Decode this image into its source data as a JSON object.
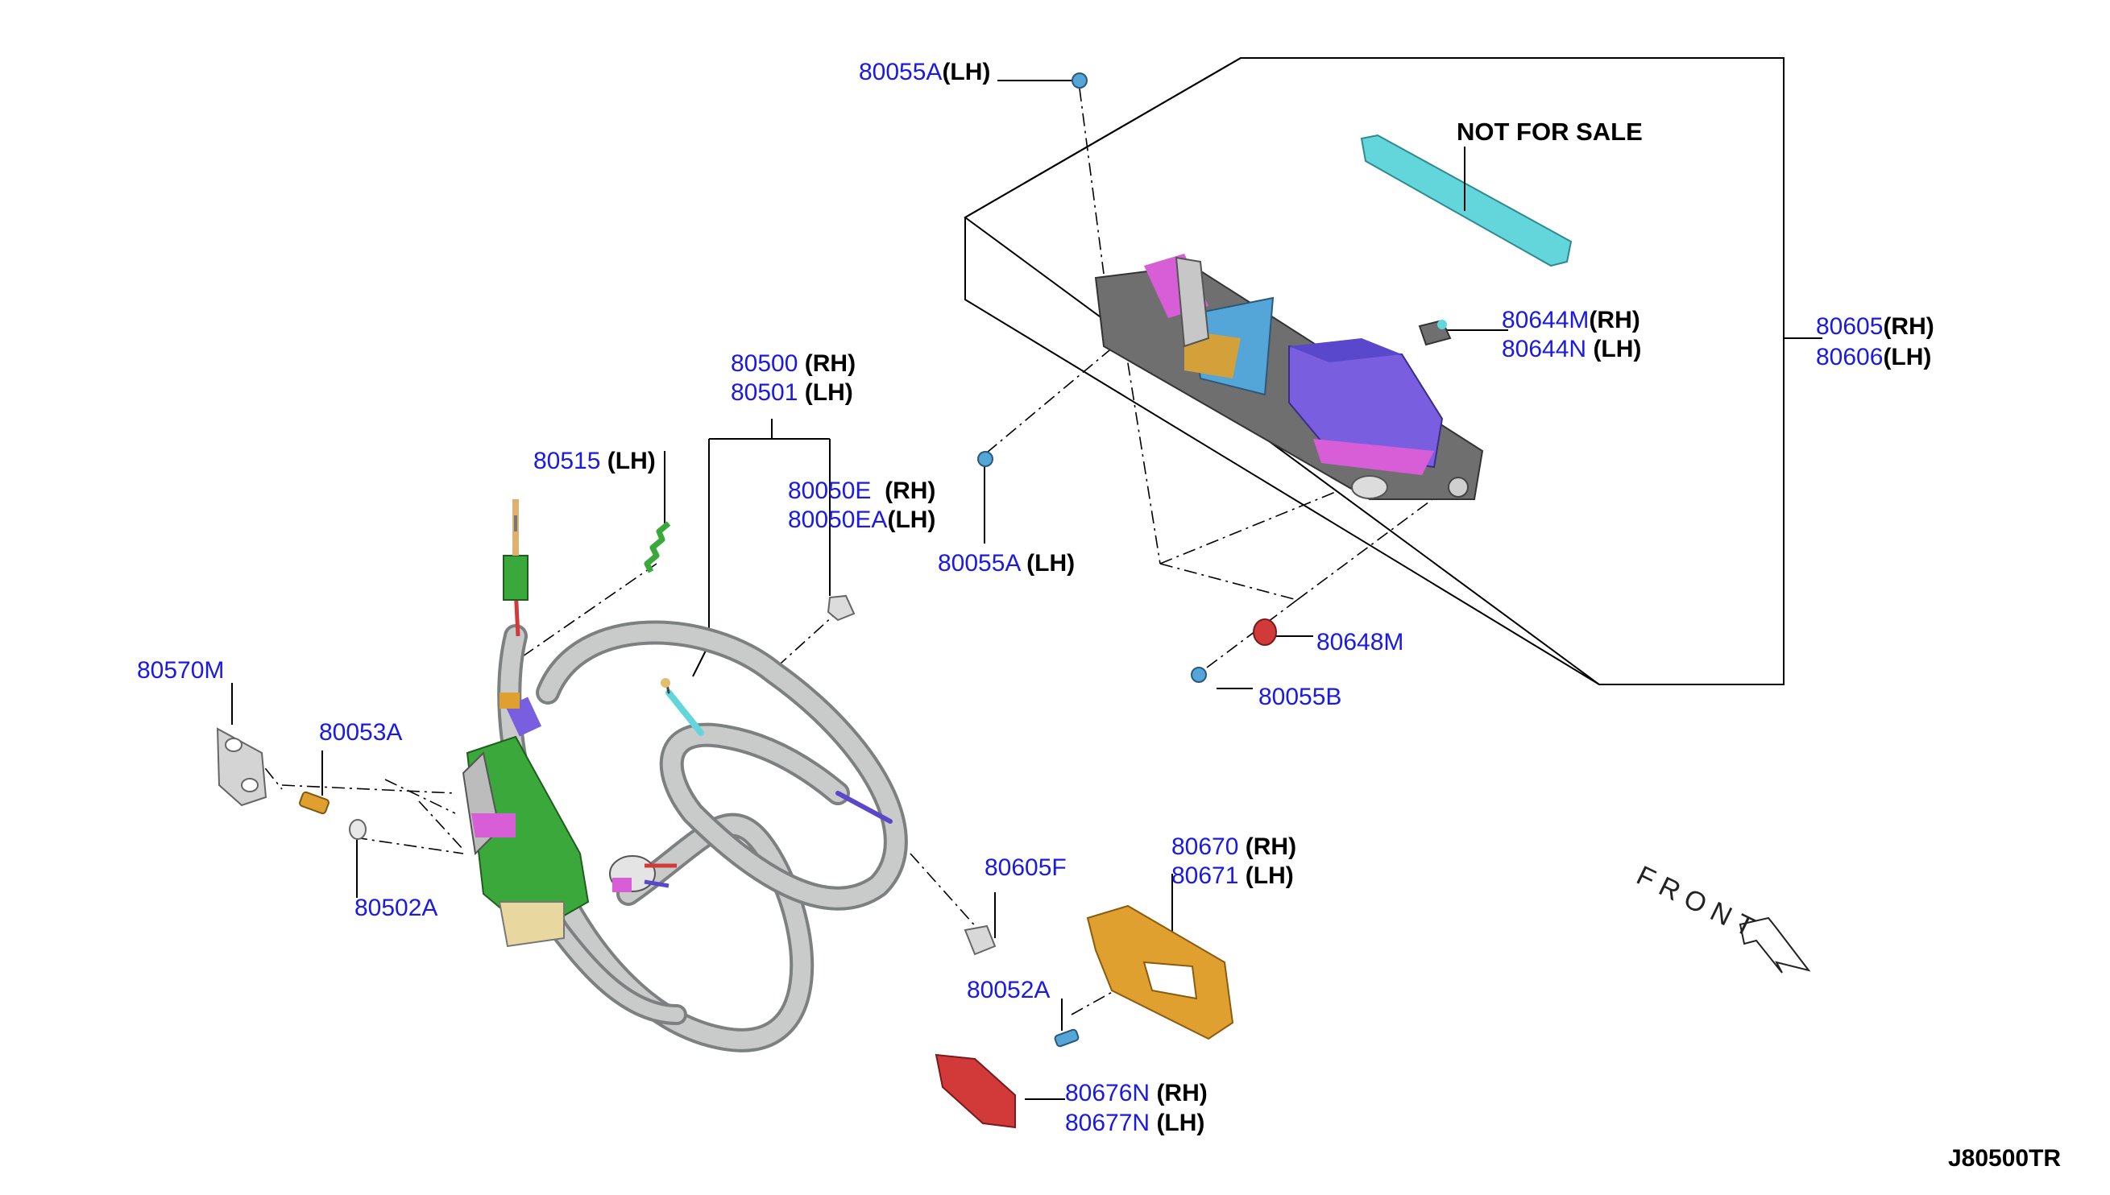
{
  "diagram_code": "J80500TR",
  "front_label": "FRONT",
  "not_for_sale": "NOT FOR SALE",
  "colors": {
    "part_number": "#1a1ae6",
    "cable": "#b9bcbd",
    "lock_body": "#3aa83a",
    "actuator_box": "#6a54e0",
    "handle_gasket": "#e0a030",
    "seal": "#d23a3a",
    "rod": "#63d6dc",
    "magenta_accent": "#d75ed7"
  },
  "labels": [
    {
      "id": "80055A-top",
      "part": "80055A",
      "side": "(LH)"
    },
    {
      "id": "80644M",
      "part": "80644M",
      "side": "(RH)"
    },
    {
      "id": "80644N",
      "part": "80644N",
      "side": "(LH)"
    },
    {
      "id": "80605",
      "part": "80605",
      "side": "(RH)"
    },
    {
      "id": "80606",
      "part": "80606",
      "side": "(LH)"
    },
    {
      "id": "80500",
      "part": "80500",
      "side": "(RH)"
    },
    {
      "id": "80501",
      "part": "80501",
      "side": "(LH)"
    },
    {
      "id": "80515",
      "part": "80515",
      "side": "(LH)"
    },
    {
      "id": "80050E",
      "part": "80050E",
      "side": "(RH)"
    },
    {
      "id": "80050EA",
      "part": "80050EA",
      "side": "(LH)"
    },
    {
      "id": "80055A-mid",
      "part": "80055A",
      "side": "(LH)"
    },
    {
      "id": "80648M",
      "part": "80648M",
      "side": ""
    },
    {
      "id": "80055B",
      "part": "80055B",
      "side": ""
    },
    {
      "id": "80570M",
      "part": "80570M",
      "side": ""
    },
    {
      "id": "80053A",
      "part": "80053A",
      "side": ""
    },
    {
      "id": "80502A",
      "part": "80502A",
      "side": ""
    },
    {
      "id": "80605F",
      "part": "80605F",
      "side": ""
    },
    {
      "id": "80670",
      "part": "80670",
      "side": "(RH)"
    },
    {
      "id": "80671",
      "part": "80671",
      "side": "(LH)"
    },
    {
      "id": "80052A",
      "part": "80052A",
      "side": ""
    },
    {
      "id": "80676N",
      "part": "80676N",
      "side": "(RH)"
    },
    {
      "id": "80677N",
      "part": "80677N",
      "side": "(LH)"
    }
  ]
}
